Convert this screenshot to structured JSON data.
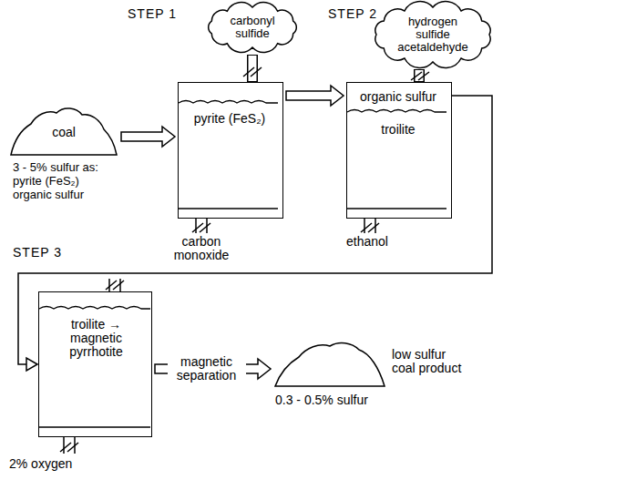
{
  "diagram": {
    "nodes": [
      {
        "text": [
          "coal",
          "3 - 5% sulfur as: pyrite (FeS₂) organic sulfur"
        ]
      },
      {
        "text": [
          "pyrite (FeS₂)"
        ]
      },
      {
        "text": [
          "carbonyl sulfide"
        ]
      },
      {
        "text": [
          "organic sulfur",
          "troilite"
        ]
      },
      {
        "text": [
          "hydrogen sulfide acetaldehyde"
        ]
      },
      {
        "text": [
          "troilite → magnetic pyrrhotite"
        ]
      },
      {
        "text": [
          "low sulfur coal product",
          "0.3 - 0.5% sulfur"
        ]
      }
    ],
    "edges": [
      {
        "from": 0,
        "to": 1,
        "arrow": "to"
      },
      {
        "from": 1,
        "to": 2,
        "arrow": "none"
      },
      {
        "from": 1,
        "to": 3,
        "arrow": "to"
      },
      {
        "from": 3,
        "to": 4,
        "arrow": "none"
      },
      {
        "from": 3,
        "to": 5,
        "arrow": "to"
      },
      {
        "from": 5,
        "to": 6,
        "arrow": "to",
        "label": "magnetic separation"
      }
    ],
    "labels": [
      "STEP 1",
      "STEP 2",
      "carbon monoxide",
      "ethanol",
      "STEP 3",
      "2% oxygen"
    ]
  }
}
